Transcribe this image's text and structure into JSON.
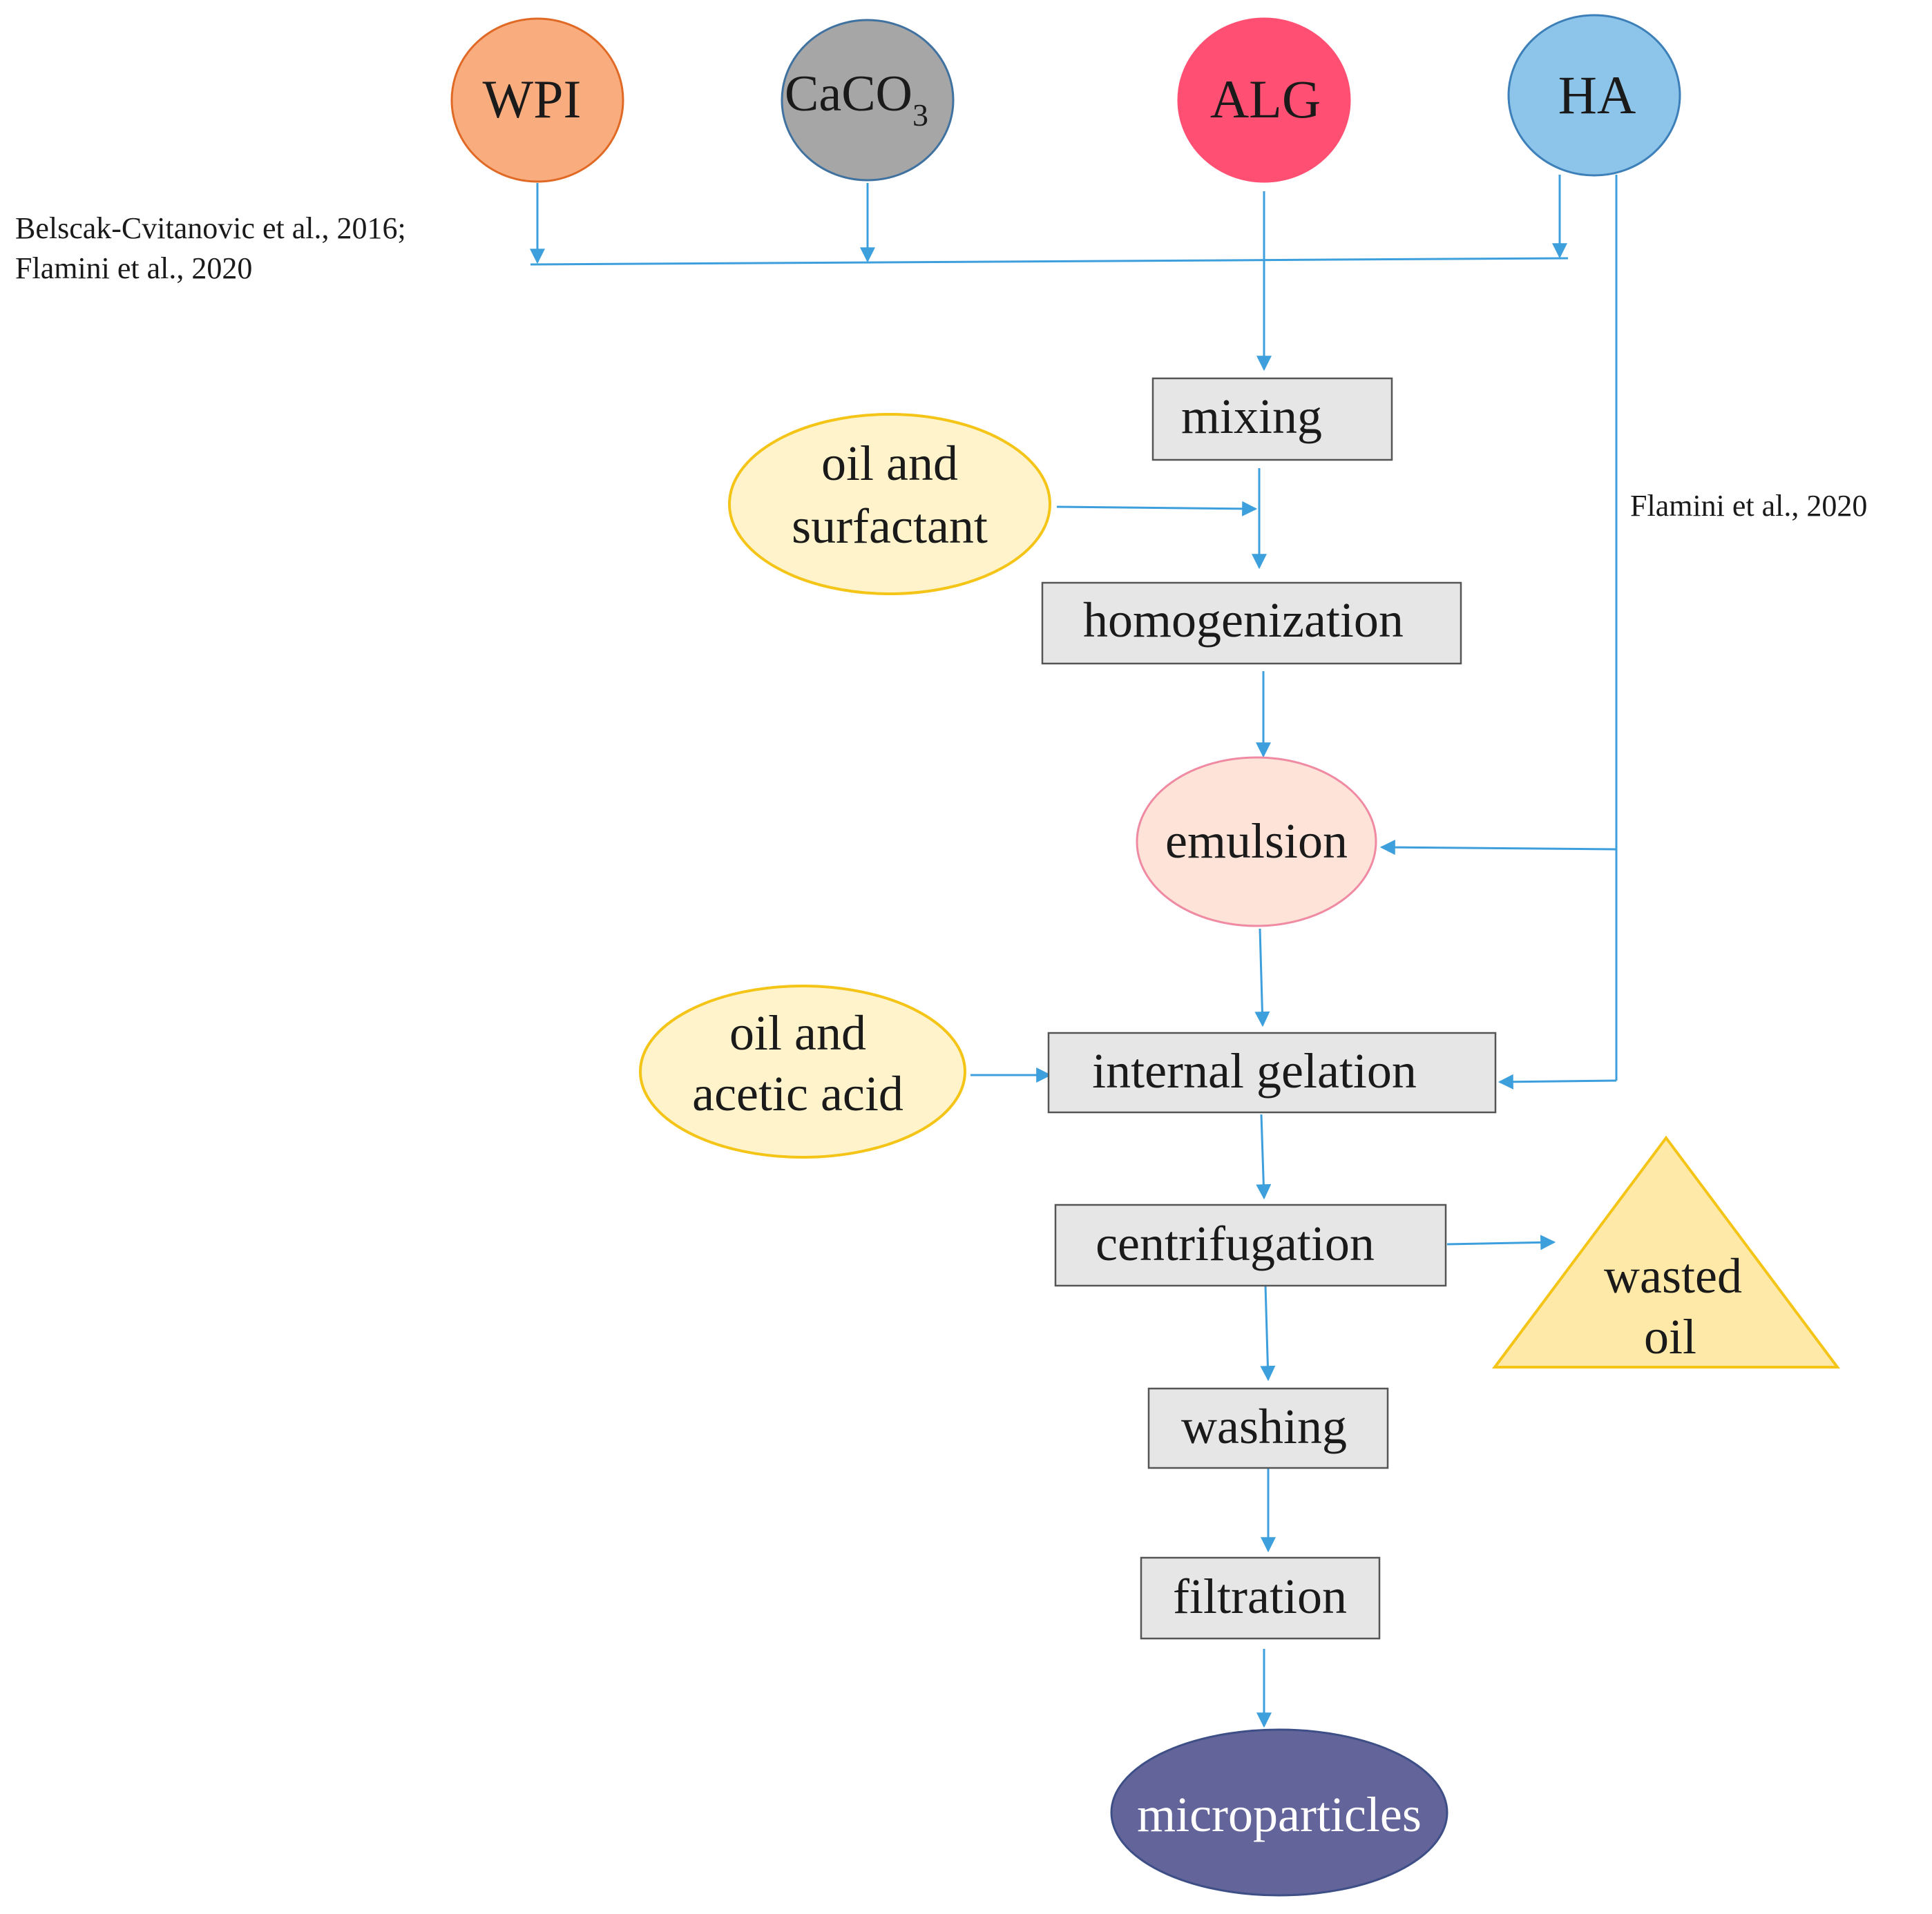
{
  "nodes": {
    "wpi": "WPI",
    "caco3_main": "CaCO",
    "caco3_sub": "3",
    "alg": "ALG",
    "ha": "HA",
    "oil_surfactant_line1": "oil and",
    "oil_surfactant_line2": "surfactant",
    "mixing": "mixing",
    "homogenization": "homogenization",
    "emulsion": "emulsion",
    "oil_acetic_line1": "oil and",
    "oil_acetic_line2": "acetic acid",
    "internal_gelation": "internal gelation",
    "centrifugation": "centrifugation",
    "wasted_oil_line1": "wasted",
    "wasted_oil_line2": "oil",
    "washing": "washing",
    "filtration": "filtration",
    "microparticles": "microparticles"
  },
  "annotations": {
    "ref_left_line1": "Belscak-Cvitanovic et al., 2016;",
    "ref_left_line2": "Flamini et al., 2020",
    "ref_right": "Flamini et al., 2020"
  },
  "colors": {
    "arrow": "#3d9fdc",
    "wpi_fill": "#f9ad7f",
    "wpi_stroke": "#e06a25",
    "caco3_fill": "#a6a6a6",
    "caco3_stroke": "#3f72a0",
    "alg_fill": "#ff4f72",
    "alg_stroke": "#ff4f72",
    "ha_fill": "#8dc5ea",
    "ha_stroke": "#3d7fb8",
    "oil_fill": "#fff3cc",
    "oil_stroke": "#f4c417",
    "emulsion_fill": "#fde3d8",
    "emulsion_stroke": "#f08aa2",
    "box_fill": "#e6e6e6",
    "box_stroke": "#555555",
    "micro_fill": "#63649a",
    "micro_stroke": "#3e4f87",
    "wasted_fill": "#ffe9a8",
    "wasted_stroke": "#f4c417"
  }
}
